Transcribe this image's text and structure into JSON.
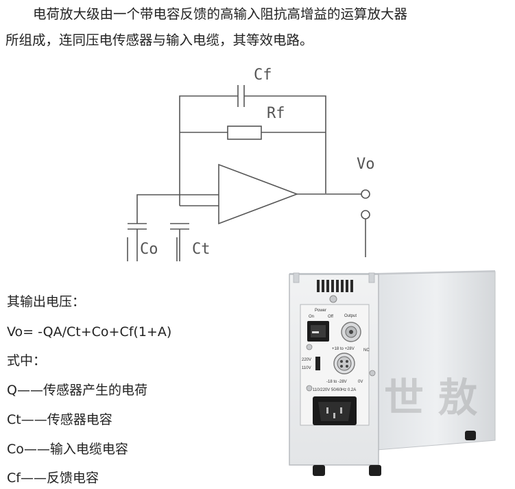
{
  "intro": {
    "line1": "电荷放大级由一个带电容反馈的高输入阻抗高增益的运算放大器",
    "line2": "所组成，连同压电传感器与输入电缆，其等效电路。"
  },
  "circuit": {
    "labels": {
      "cf": "Cf",
      "rf": "Rf",
      "vo": "Vo",
      "co": "Co",
      "ct": "Ct"
    }
  },
  "formula": {
    "output_heading": "其输出电压：",
    "equation": "Vo= -QA/Ct+Co+Cf(1+A)",
    "where": "式中：",
    "definitions": [
      "Q——传感器产生的电荷",
      "Ct——传感器电容",
      "Co——输入电缆电容",
      "Cf——反馈电容"
    ]
  },
  "device": {
    "panel": {
      "power": "Power",
      "on": "On",
      "off": "Off",
      "output": "Output",
      "voltage_220": "220V",
      "voltage_110": "110V",
      "plus_supply": "+18 to +28V",
      "nc": "NC",
      "minus_supply": "-18 to -28V",
      "zero_v": "0V",
      "rating": "110/220V 50/60Hz 0.2A"
    },
    "watermark": "世 敖"
  },
  "colors": {
    "text": "#222222",
    "circuit_line": "#555555",
    "device_body": "#e6e8ea"
  }
}
